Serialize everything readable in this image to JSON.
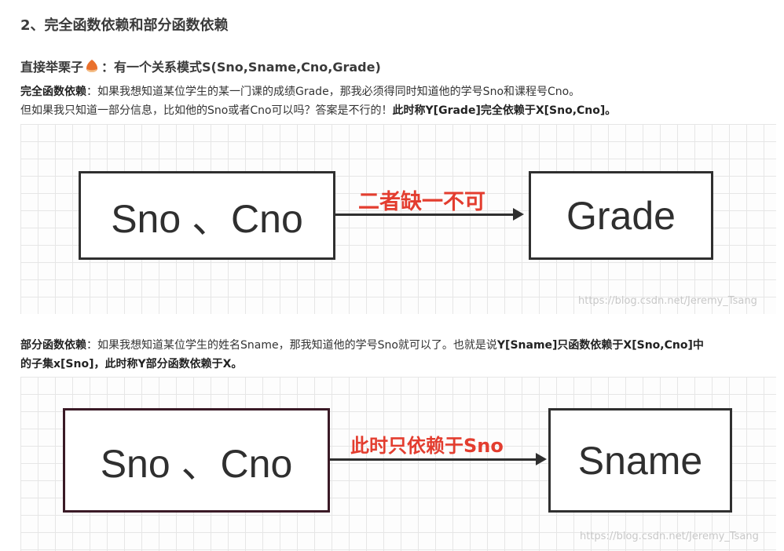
{
  "section_title": "2、完全函数依赖和部分函数依赖",
  "example_prefix": "直接举栗子",
  "example_text": "：有一个关系模式S(Sno,Sname,Cno,Grade)",
  "full": {
    "label": "完全函数依赖",
    "line1": "：如果我想知道某位学生的某一门课的成绩Grade，那我必须得同时知道他的学号Sno和课程号Cno。",
    "line2_plain": "但如果我只知道一部分信息，比如他的Sno或者Cno可以吗？答案是不行的！",
    "line2_bold": "此时称Y[Grade]完全依赖于X[Sno,Cno]。"
  },
  "figure1": {
    "left_box": "Sno 、Cno",
    "arrow_label": "二者缺一不可",
    "right_box": "Grade",
    "watermark": "https://blog.csdn.net/Jeremy_Tsang"
  },
  "partial": {
    "label": "部分函数依赖",
    "line1_plain": "：如果我想知道某位学生的姓名Sname，那我知道他的学号Sno就可以了。也就是说",
    "line1_bold": "Y[Sname]只函数依赖于X[Sno,Cno]中",
    "line2_bold": "的子集x[Sno]，此时称Y部分函数依赖于X。"
  },
  "figure2": {
    "left_box": "Sno 、Cno",
    "arrow_label": "此时只依赖于Sno",
    "right_box": "Sname",
    "watermark": "https://blog.csdn.net/Jeremy_Tsang"
  },
  "colors": {
    "accent_red": "#e33d2f",
    "chestnut": "#e9702c"
  },
  "icons": {
    "example": "chestnut-emoji"
  }
}
